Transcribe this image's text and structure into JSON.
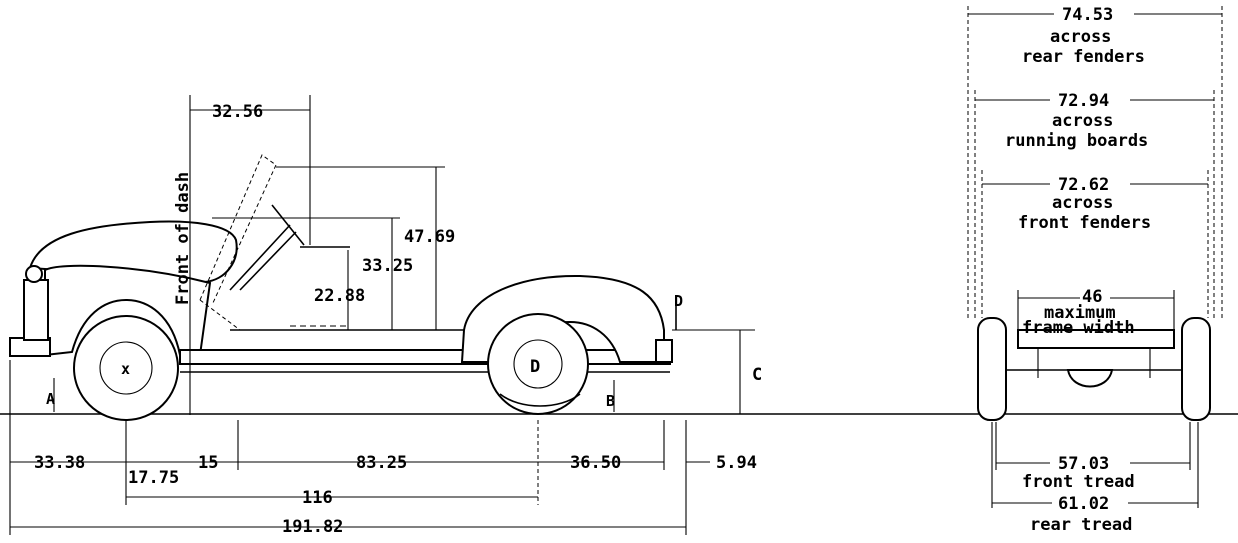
{
  "side_view": {
    "dims": {
      "front_of_dash_setback": "32.56",
      "steering_height": "47.69",
      "seat_height": "33.25",
      "floor_height": "22.88",
      "front_overhang": "33.38",
      "axle_to_dash": "17.75",
      "dash_offset": "15",
      "dash_to_cab_end": "83.25",
      "rear_overhang": "36.50",
      "bumper_projection": "5.94",
      "wheelbase": "116",
      "overall_length": "191.82"
    },
    "labels": {
      "front_of_dash": "Front of dash",
      "point_a": "A",
      "point_b": "B",
      "point_c": "C",
      "point_d": "D"
    }
  },
  "rear_view": {
    "rear_fenders": {
      "value": "74.53",
      "line1": "across",
      "line2": "rear fenders"
    },
    "running_boards": {
      "value": "72.94",
      "line1": "across",
      "line2": "running boards"
    },
    "front_fenders": {
      "value": "72.62",
      "line1": "across",
      "line2": "front fenders"
    },
    "frame_width": {
      "value": "46",
      "line1": "maximum",
      "line2": "frame width"
    },
    "front_tread": {
      "value": "57.03",
      "label": "front tread"
    },
    "rear_tread": {
      "value": "61.02",
      "label": "rear tread"
    }
  }
}
